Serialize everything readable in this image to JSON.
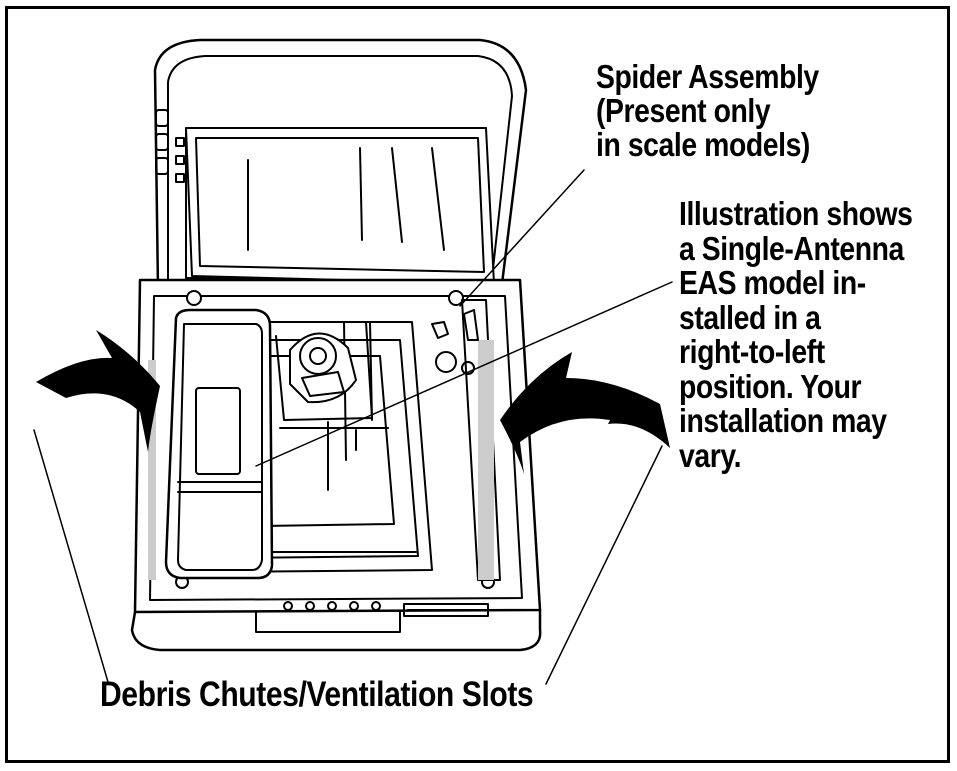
{
  "callouts": {
    "spider_assembly": {
      "lines": [
        "Spider Assembly",
        "(Present only",
        "in scale models)"
      ]
    },
    "illustration_note": {
      "lines": [
        "Illustration shows",
        "a Single-Antenna",
        "EAS model in-",
        "stalled in a",
        "right-to-left",
        "position. Your",
        "installation may",
        "vary."
      ]
    },
    "debris_chutes": {
      "text": "Debris Chutes/Ventilation Slots"
    }
  }
}
